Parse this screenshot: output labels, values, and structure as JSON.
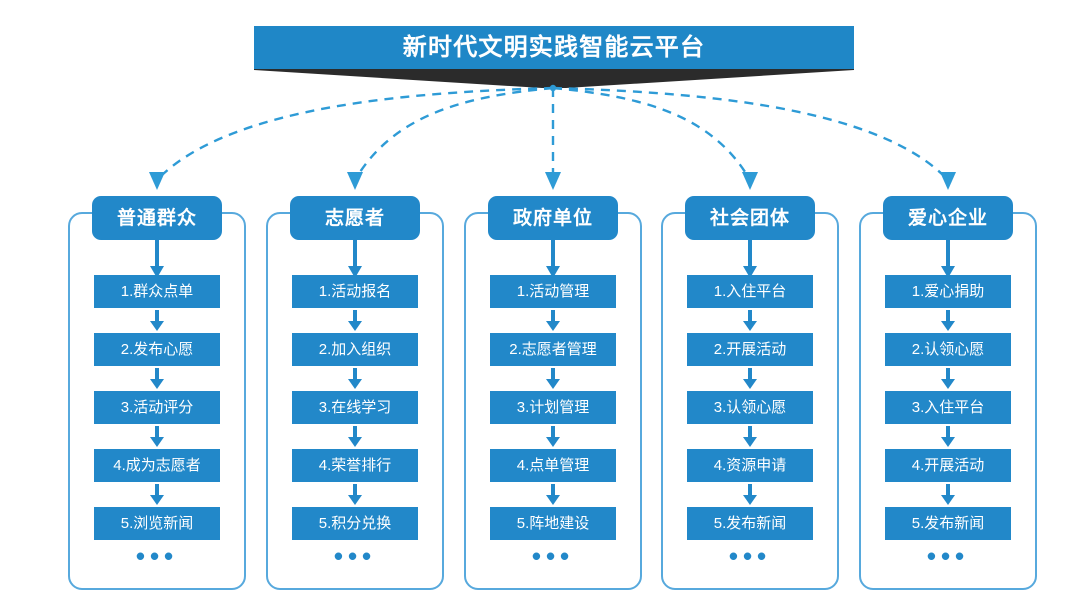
{
  "banner": {
    "title": "新时代文明实践智能云平台",
    "color": "#1f87c7",
    "shadow_color": "#2b2b2b"
  },
  "theme": {
    "box_blue": "#2288c9",
    "card_border": "#57a9dd",
    "arrow_blue": "#2288c9",
    "dashed_blue": "#2e9bd6",
    "background": "#ffffff"
  },
  "ellipsis_glyph": "•••",
  "columns": [
    {
      "id": "public",
      "header": "普通群众",
      "items": [
        "1.群众点单",
        "2.发布心愿",
        "3.活动评分",
        "4.成为志愿者",
        "5.浏览新闻"
      ]
    },
    {
      "id": "volunteer",
      "header": "志愿者",
      "items": [
        "1.活动报名",
        "2.加入组织",
        "3.在线学习",
        "4.荣誉排行",
        "5.积分兑换"
      ]
    },
    {
      "id": "government",
      "header": "政府单位",
      "items": [
        "1.活动管理",
        "2.志愿者管理",
        "3.计划管理",
        "4.点单管理",
        "5.阵地建设"
      ]
    },
    {
      "id": "social-group",
      "header": "社会团体",
      "items": [
        "1.入住平台",
        "2.开展活动",
        "3.认领心愿",
        "4.资源申请",
        "5.发布新闻"
      ]
    },
    {
      "id": "enterprise",
      "header": "爱心企业",
      "items": [
        "1.爱心捐助",
        "2.认领心愿",
        "3.入住平台",
        "4.开展活动",
        "5.发布新闻"
      ]
    }
  ]
}
